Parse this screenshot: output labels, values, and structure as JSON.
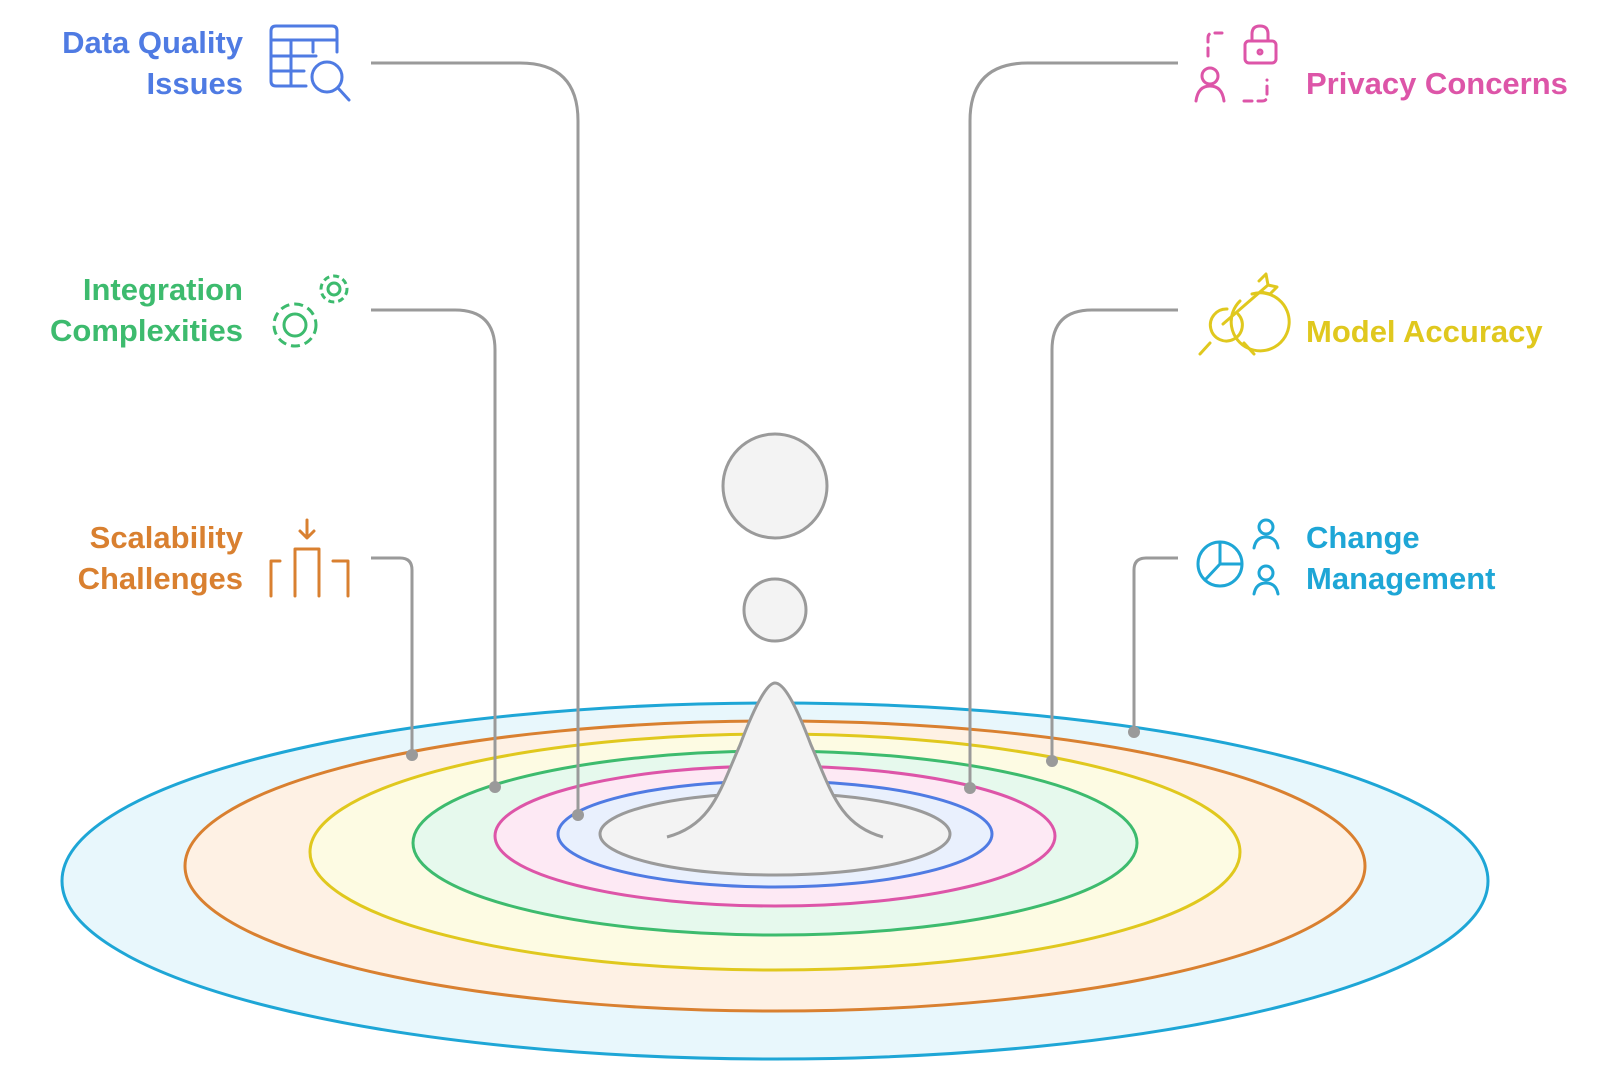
{
  "colors": {
    "data_quality": "#4f7be3",
    "integration": "#3dbb6e",
    "scalability": "#d98030",
    "privacy": "#dd55a8",
    "model_accuracy": "#e0c81e",
    "change_management": "#1ea6d6",
    "connector": "#9a9a9a",
    "drop": "#f3f3f3"
  },
  "items": {
    "data_quality": {
      "line1": "Data Quality",
      "line2": "Issues",
      "icon": "table-search-icon"
    },
    "integration": {
      "line1": "Integration",
      "line2": "Complexities",
      "icon": "gears-icon"
    },
    "scalability": {
      "line1": "Scalability",
      "line2": "Challenges",
      "icon": "scaling-columns-icon"
    },
    "privacy": {
      "line1": "Privacy Concerns",
      "icon": "user-lock-icon"
    },
    "model_accuracy": {
      "line1": "Model Accuracy",
      "icon": "target-dart-icon"
    },
    "change_management": {
      "line1": "Change",
      "line2": "Management",
      "icon": "pie-chart-users-icon"
    }
  }
}
